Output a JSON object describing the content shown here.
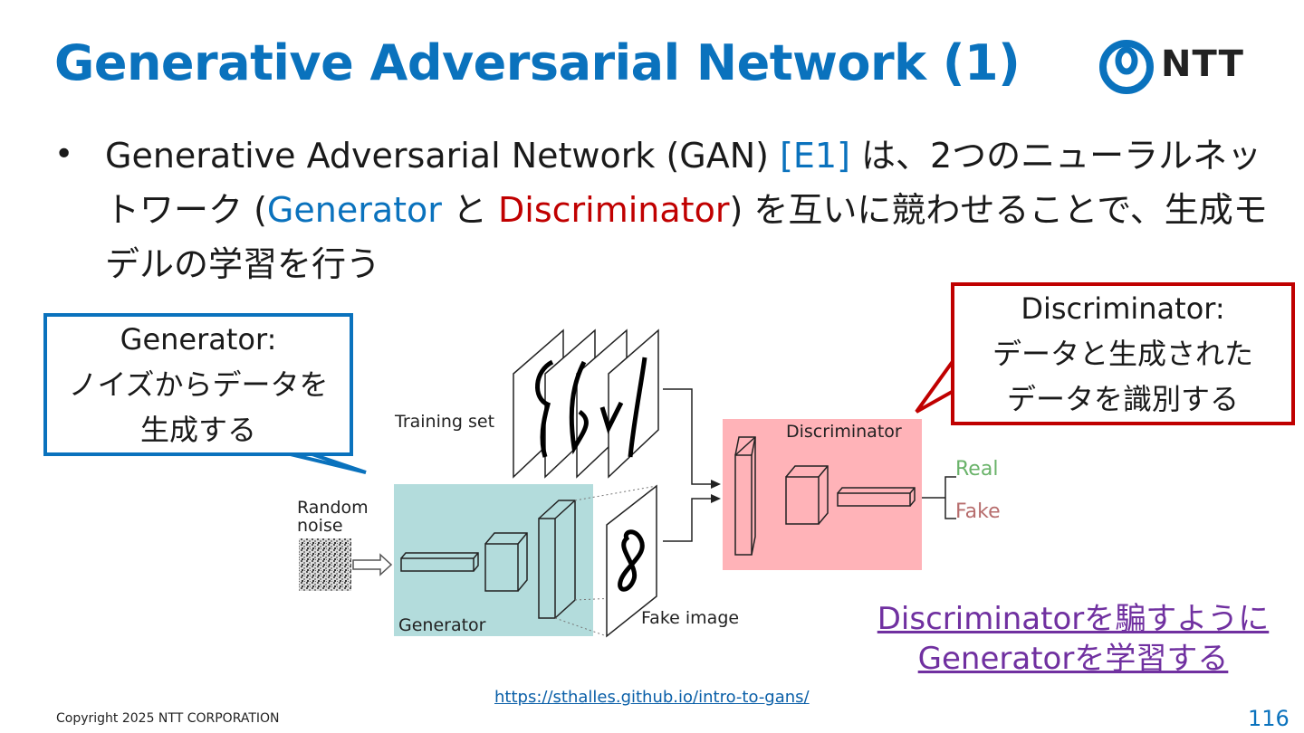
{
  "slide": {
    "title": "Generative Adversarial Network (1)",
    "logo_text": "NTT",
    "bullet": {
      "marker": "•",
      "part1": "Generative Adversarial Network (GAN) ",
      "ref": "[E1]",
      "part2": " は、2つのニューラルネットワーク (",
      "generator_word": "Generator",
      "part3": " と ",
      "discriminator_word": "Discriminator",
      "part4": ") を互いに競わせることで、生成モデルの学習を行う"
    },
    "generator_callout": {
      "title": "Generator:",
      "body1": "ノイズからデータを",
      "body2": "生成する"
    },
    "discriminator_callout": {
      "title": "Discriminator:",
      "body1": "データと生成された",
      "body2": "データを識別する"
    },
    "diagram": {
      "random_noise_1": "Random",
      "random_noise_2": "noise",
      "training_set": "Training set",
      "generator": "Generator",
      "fake_image": "Fake image",
      "discriminator": "Discriminator",
      "real": "Real",
      "fake": "Fake"
    },
    "note": {
      "line1": "Discriminatorを騙すように",
      "line2": "Generatorを学習する"
    },
    "source_url": "https://sthalles.github.io/intro-to-gans/",
    "copyright": "Copyright 2025 NTT CORPORATION",
    "page_number": "116",
    "colors": {
      "accent": "#0a72bd",
      "red": "#c00000",
      "purple": "#7030a0",
      "generator_bg": "#b3dcdc",
      "discriminator_bg": "#ffb3b8"
    }
  }
}
